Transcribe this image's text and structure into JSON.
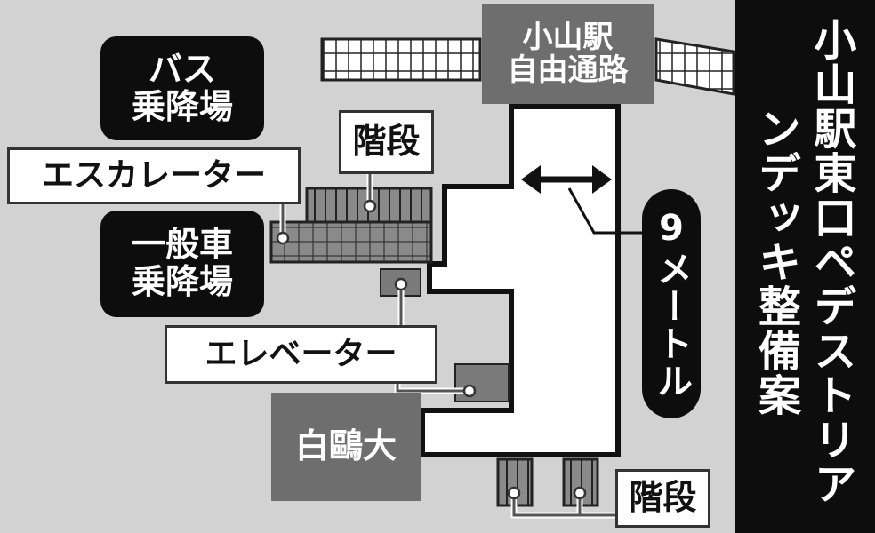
{
  "title": "小山駅東口ペデストリアンデッキ整備案",
  "labels": {
    "bus_line1": "バス",
    "bus_line2": "乗降場",
    "general_line1": "一般車",
    "general_line2": "乗降場",
    "escalator": "エスカレーター",
    "elevator": "エレベーター",
    "stairs_top": "階段",
    "stairs_bottom": "階段",
    "passage_line1": "小山駅",
    "passage_line2": "自由通路",
    "university": "白鷗大",
    "width": "9メートル"
  },
  "colors": {
    "background": "#d2d2d2",
    "deck": "#ffffff",
    "dark_box": "#6e6e6e",
    "black": "#0d0d0d"
  }
}
